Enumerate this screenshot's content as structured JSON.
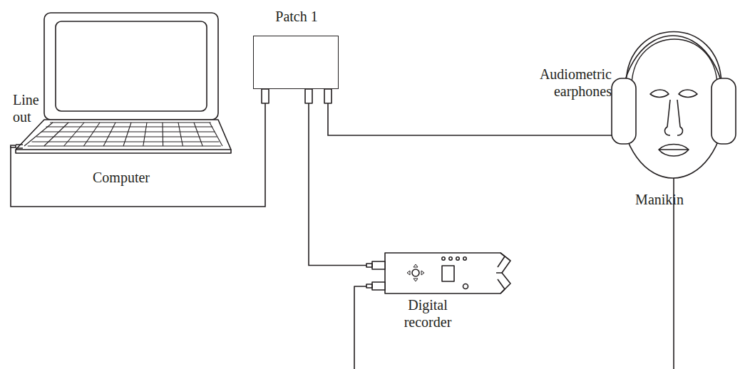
{
  "diagram": {
    "nodes": [
      {
        "text": [
          "Computer"
        ]
      },
      {
        "text": [
          "Patch 1"
        ]
      },
      {
        "text": [
          "Digital recorder"
        ]
      },
      {
        "text": [
          "Manikin"
        ]
      }
    ],
    "edges": [
      {
        "from": 0,
        "to": 1,
        "arrow": "none"
      },
      {
        "from": 1,
        "to": 3,
        "arrow": "none"
      },
      {
        "from": 1,
        "to": 2,
        "arrow": "none"
      }
    ],
    "labels": [
      "Line out",
      "Audiometric earphones"
    ]
  }
}
